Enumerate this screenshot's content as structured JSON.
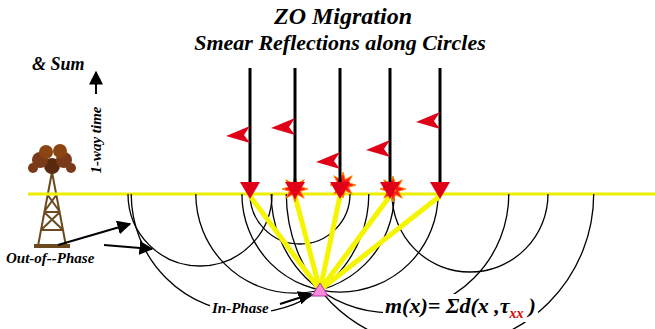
{
  "diagram": {
    "title": "ZO Migration",
    "labels": [
      "Smear Reflections along Circles",
      "& Sum",
      "1-way time",
      "Out-of--Phase",
      "In-Phase",
      "m(x)= Σd(x ,τ",
      "xx",
      ")"
    ]
  }
}
